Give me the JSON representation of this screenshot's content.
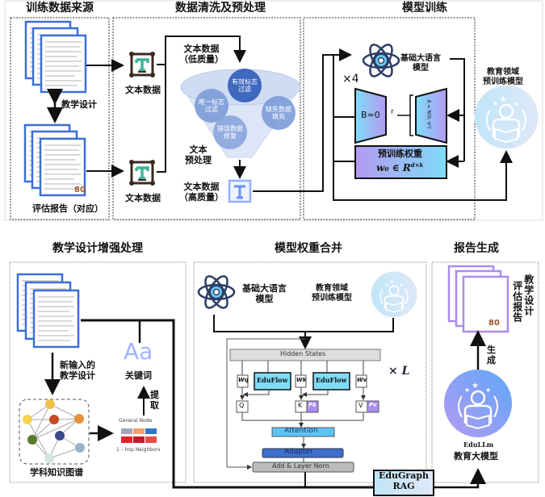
{
  "top": {
    "section_titles": [
      "训练数据来源",
      "数据清洗及预处理",
      "模型训练"
    ],
    "sources": {
      "teaching_design": "教学设计",
      "eval_report": "评估报告（对应）",
      "score": "80"
    },
    "cleaning": {
      "text_data": "文本数据",
      "low_quality": "文本数据\n（低质量）",
      "high_quality": "文本数据\n（高质量）",
      "preprocess": "文本\n预处理",
      "steps": [
        "有效标志\n过滤",
        "唯一标志\n过滤",
        "缺失数据\n填充",
        "错误数据\n修复"
      ]
    },
    "training": {
      "base_model": "基础大语言\n模型",
      "repeat": "×4",
      "b_matrix": "B=0",
      "rank": "r",
      "a_matrix": "A = N(0, σ²)",
      "weights_title": "预训练权重",
      "weights_formula": "w₀ ∈ R",
      "weights_sup": "d×k",
      "domain_model": "教育领域\n预训练模型"
    }
  },
  "bottom": {
    "section_titles": [
      "教学设计增强处理",
      "模型权重合并",
      "报告生成"
    ],
    "enhance": {
      "new_input": "新输入的\n教学设计",
      "keyword_glyph": "Aa",
      "keywords": "关键词",
      "extract": "提\n取",
      "general_node": "General Node",
      "neighbors": "1 – hop Neighbors",
      "knowledge_graph": "学科知识图谱"
    },
    "merge": {
      "base_model": "基础大语言\n模型",
      "domain_model": "教育领域\n预训练模型",
      "hidden_states": "Hidden States",
      "wq": "Wq",
      "wk": "Wk",
      "wv": "Wv",
      "eduflow": "EduFlow",
      "q": "Q",
      "k": "K",
      "v": "V",
      "pk": "Pk",
      "pv": "Pv",
      "repeat": "× L",
      "attention": "Attention",
      "adapter": "Adapter",
      "add_norm": "Add & Layer Norn",
      "rag": "EduGraph\nRAG"
    },
    "report": {
      "doc_labels": [
        "教学设计",
        "评估报告"
      ],
      "score": "80",
      "generate": "生\n成",
      "llm_name": "EduLLm",
      "llm_cn": "教育大模型"
    }
  },
  "colors": {
    "doc_border": "#3b6fd6",
    "funnel": "#7f9fdc",
    "circle": "#4a72c4",
    "cyan": "#7fd8f6",
    "violet": "#a98cf0"
  }
}
